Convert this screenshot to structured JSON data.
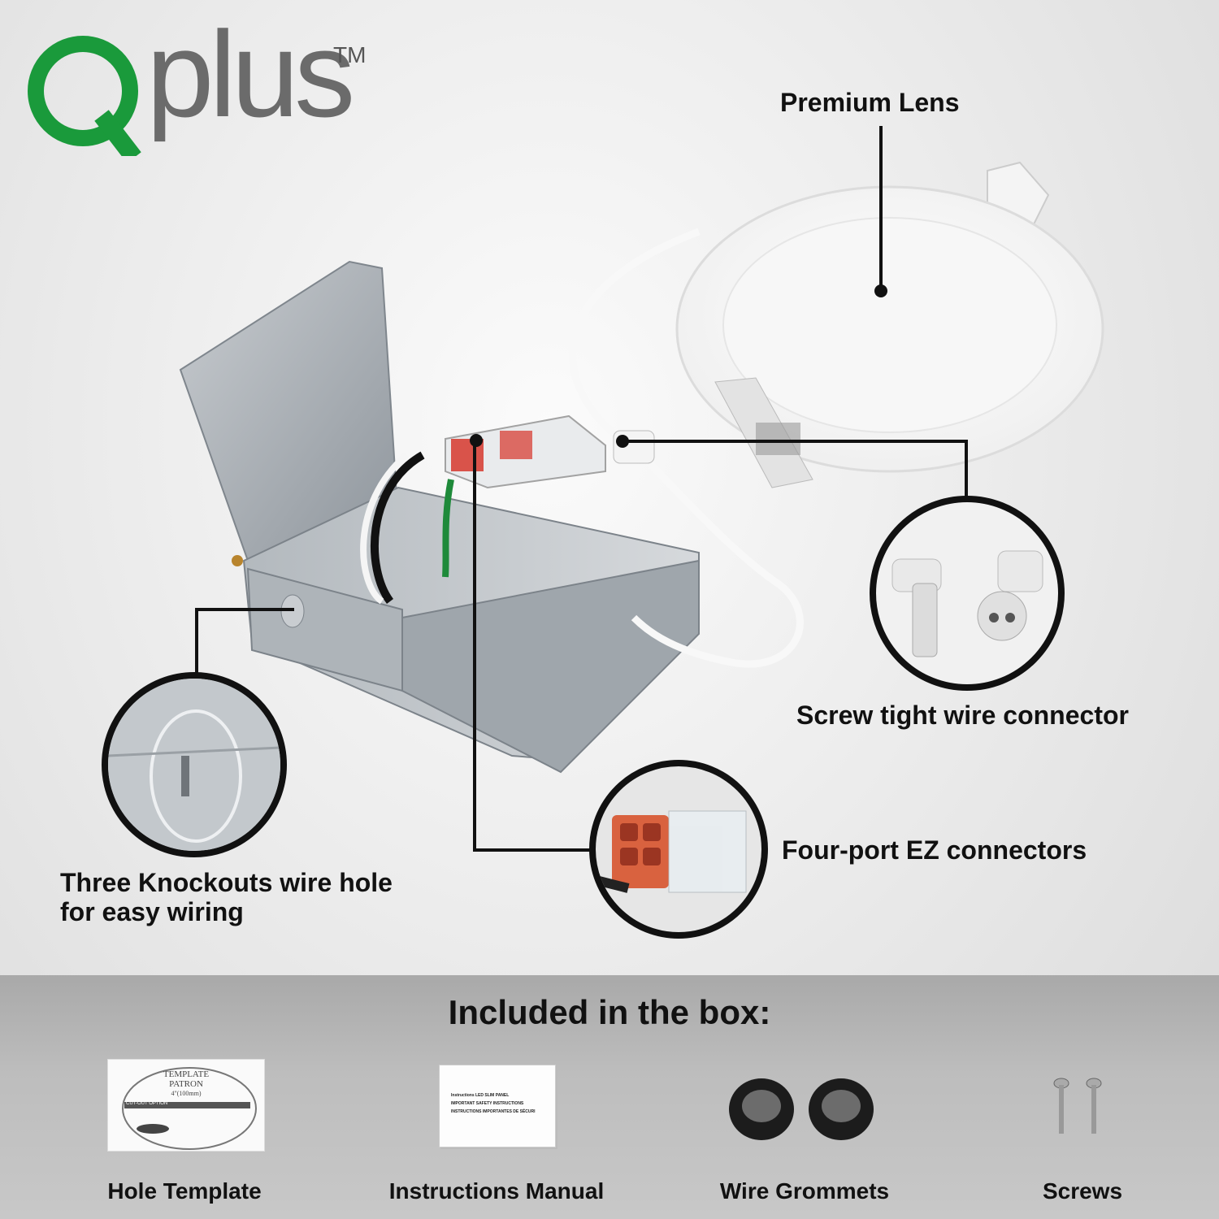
{
  "brand": {
    "name": "Qplus",
    "logo_text": "plus",
    "trademark": "TM",
    "brand_color": "#1a9a3b"
  },
  "callouts": {
    "premium_lens": "Premium Lens",
    "screw_connector": "Screw tight wire connector",
    "ez_connectors": "Four-port EZ connectors",
    "knockouts_line1": "Three Knockouts wire hole",
    "knockouts_line2": "for easy wiring"
  },
  "included": {
    "title": "Included in the box:",
    "items": [
      {
        "label": "Hole Template"
      },
      {
        "label": "Instructions Manual"
      },
      {
        "label": "Wire Grommets"
      },
      {
        "label": "Screws"
      }
    ]
  },
  "template_card": {
    "line1": "TEMPLATE",
    "line2": "PATRON",
    "size": "4\"(100mm)",
    "cut": "CUT-OUT OPTION"
  },
  "manual_card": {
    "line1": "Instructions LED SLIM PANEL",
    "line2": "IMPORTANT SAFETY INSTRUCTIONS",
    "line3": "INSTRUCTIONS IMPORTANTES DE SÉCURI"
  }
}
